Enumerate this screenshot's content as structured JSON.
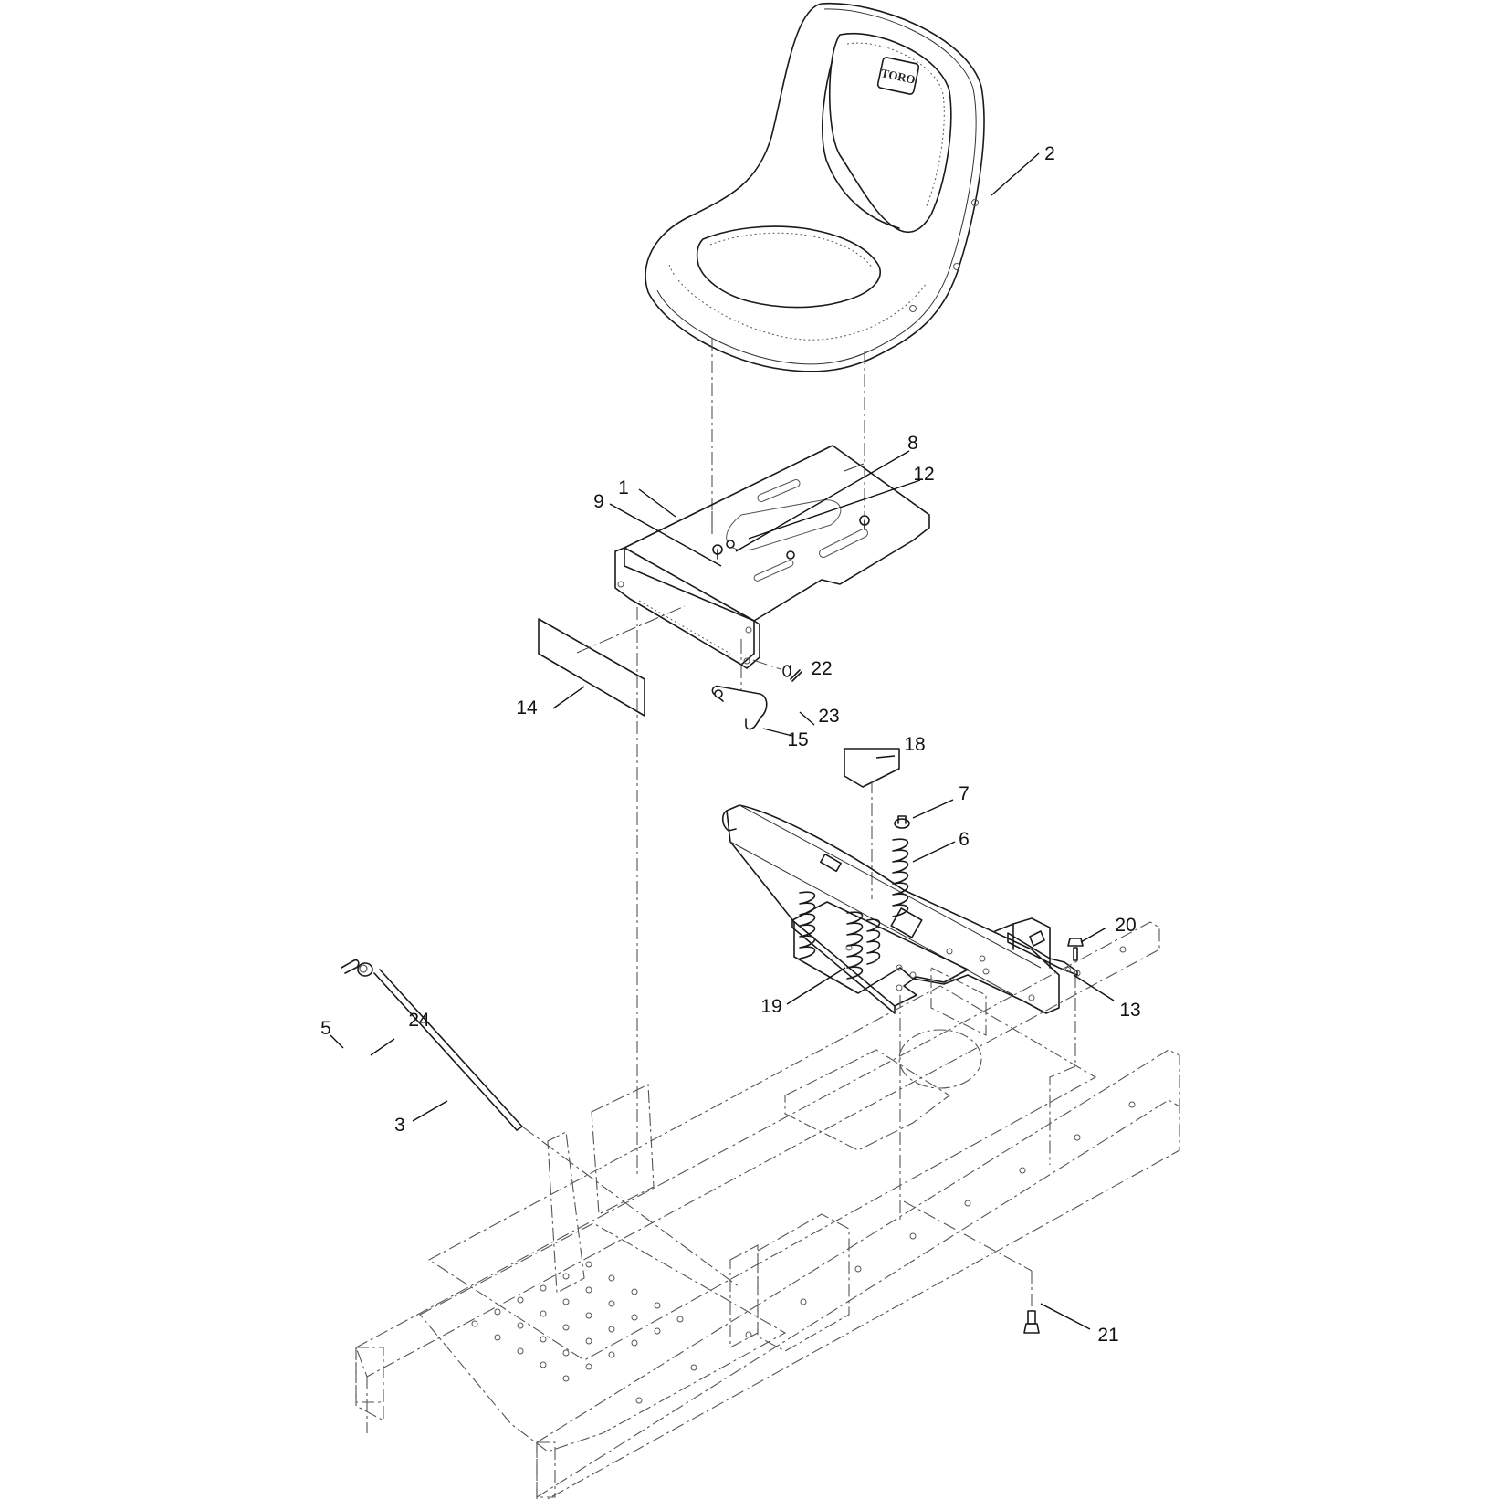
{
  "diagram": {
    "seat_logo": "TORO",
    "callouts": [
      {
        "id": "c1",
        "text": "1"
      },
      {
        "id": "c2",
        "text": "2"
      },
      {
        "id": "c3",
        "text": "3"
      },
      {
        "id": "c5",
        "text": "5"
      },
      {
        "id": "c6",
        "text": "6"
      },
      {
        "id": "c7",
        "text": "7"
      },
      {
        "id": "c8",
        "text": "8"
      },
      {
        "id": "c9",
        "text": "9"
      },
      {
        "id": "c12",
        "text": "12"
      },
      {
        "id": "c13",
        "text": "13"
      },
      {
        "id": "c14",
        "text": "14"
      },
      {
        "id": "c15",
        "text": "15"
      },
      {
        "id": "c18",
        "text": "18"
      },
      {
        "id": "c19",
        "text": "19"
      },
      {
        "id": "c20",
        "text": "20"
      },
      {
        "id": "c21",
        "text": "21"
      },
      {
        "id": "c22",
        "text": "22"
      },
      {
        "id": "c23",
        "text": "23"
      },
      {
        "id": "c24",
        "text": "24"
      }
    ]
  }
}
